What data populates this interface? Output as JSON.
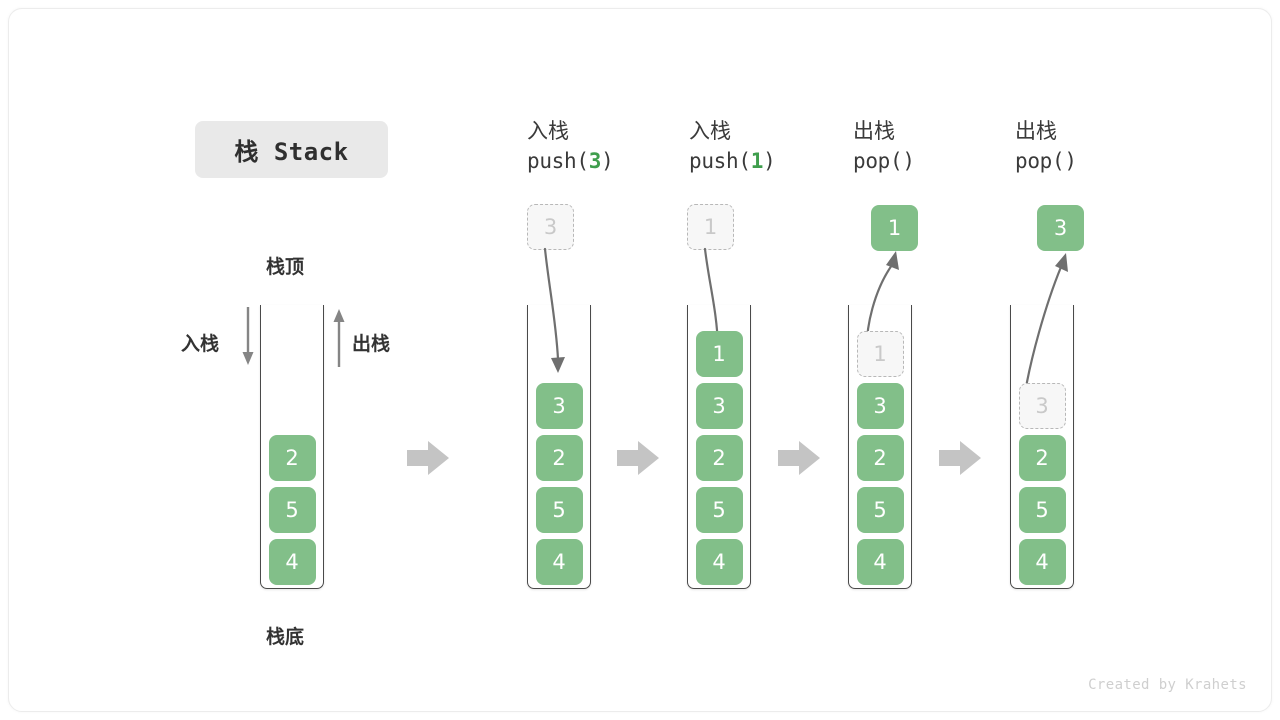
{
  "title_badge": {
    "text": "栈 Stack"
  },
  "labels": {
    "top": "栈顶",
    "bottom": "栈底",
    "push_side": "入栈",
    "pop_side": "出栈"
  },
  "colors": {
    "element_green": "#82bf89",
    "arg_green": "#3f9e4d",
    "ghost_fill": "#f7f7f7",
    "ghost_border": "#b8b8b8",
    "frame_stroke": "#4a4a4a",
    "step_arrow": "#c4c4c4",
    "badge_bg": "#e9e9e9",
    "text_dark": "#333333",
    "watermark": "#cfcfcf"
  },
  "watermark": "Created by Krahets",
  "initial_stack": {
    "name": "initial",
    "cells": [
      "2",
      "5",
      "4"
    ]
  },
  "steps": [
    {
      "id": "push-3",
      "header_cn": "入栈",
      "header_code_prefix": "push(",
      "header_code_arg": "3",
      "header_code_suffix": ")",
      "float": {
        "value": "3",
        "style": "ghost",
        "position": "above"
      },
      "motion": "down",
      "cells": [
        {
          "value": "3",
          "style": "filled"
        },
        {
          "value": "2",
          "style": "filled"
        },
        {
          "value": "5",
          "style": "filled"
        },
        {
          "value": "4",
          "style": "filled"
        }
      ]
    },
    {
      "id": "push-1",
      "header_cn": "入栈",
      "header_code_prefix": "push(",
      "header_code_arg": "1",
      "header_code_suffix": ")",
      "float": {
        "value": "1",
        "style": "ghost",
        "position": "above"
      },
      "motion": "down",
      "cells": [
        {
          "value": "1",
          "style": "filled"
        },
        {
          "value": "3",
          "style": "filled"
        },
        {
          "value": "2",
          "style": "filled"
        },
        {
          "value": "5",
          "style": "filled"
        },
        {
          "value": "4",
          "style": "filled"
        }
      ]
    },
    {
      "id": "pop-1",
      "header_cn": "出栈",
      "header_code_prefix": "pop(",
      "header_code_arg": "",
      "header_code_suffix": ")",
      "float": {
        "value": "1",
        "style": "filled",
        "position": "above"
      },
      "motion": "up",
      "cells": [
        {
          "value": "1",
          "style": "ghost"
        },
        {
          "value": "3",
          "style": "filled"
        },
        {
          "value": "2",
          "style": "filled"
        },
        {
          "value": "5",
          "style": "filled"
        },
        {
          "value": "4",
          "style": "filled"
        }
      ]
    },
    {
      "id": "pop-3",
      "header_cn": "出栈",
      "header_code_prefix": "pop(",
      "header_code_arg": "",
      "header_code_suffix": ")",
      "float": {
        "value": "3",
        "style": "filled",
        "position": "above"
      },
      "motion": "up",
      "cells": [
        {
          "value": "3",
          "style": "ghost"
        },
        {
          "value": "2",
          "style": "filled"
        },
        {
          "value": "5",
          "style": "filled"
        },
        {
          "value": "4",
          "style": "filled"
        }
      ]
    }
  ],
  "step_separator_count": 4
}
